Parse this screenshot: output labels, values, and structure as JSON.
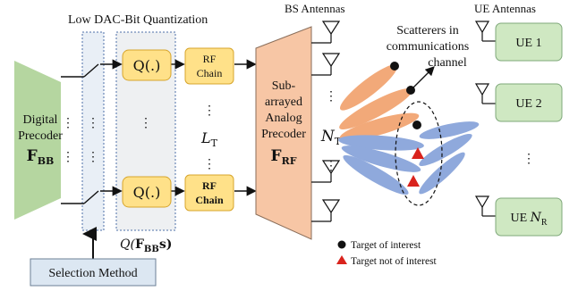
{
  "header": {
    "quantization_title": "Low DAC-Bit Quantization",
    "bs_antennas": "BS Antennas",
    "ue_antennas": "UE Antennas"
  },
  "digital_precoder": {
    "line1": "Digital",
    "line2": "Precoder",
    "symbol": "F",
    "subscript": "BB"
  },
  "quantizer": {
    "label": "Q(.)"
  },
  "rf_chain": {
    "line1": "RF",
    "line2": "Chain"
  },
  "rf_count": {
    "symbol": "L",
    "subscript": "T"
  },
  "analog_precoder": {
    "line1": "Sub-",
    "line2": "arrayed",
    "line3": "Analog",
    "line4": "Precoder",
    "symbol": "F",
    "subscript": "RF"
  },
  "antenna_count": {
    "symbol": "N",
    "subscript": "T"
  },
  "quantized_signal": {
    "prefix": "Q(",
    "symbol": "F",
    "subscript": "BB",
    "suffix": "s)"
  },
  "selection_method": {
    "label": "Selection Method"
  },
  "scatterers": {
    "line1": "Scatterers in",
    "line2": "communications",
    "line3": "channel"
  },
  "ue": [
    {
      "label": "UE 1"
    },
    {
      "label": "UE 2"
    },
    {
      "label": "UE ",
      "symbol": "N",
      "subscript": "R"
    }
  ],
  "legend": {
    "target_interest": "Target of interest",
    "target_not_interest": "Target not of interest"
  },
  "ellipsis": "⋮",
  "colors": {
    "digital_precoder": "#b5d6a0",
    "quantizer_fill": "#ffe189",
    "analog_precoder": "#f7c6a5",
    "ue_fill": "#cfe8c2",
    "beam_orange": "#f2a979",
    "beam_blue": "#8fa9dc",
    "selection_fill": "#dce7f2",
    "target_red": "#d9231d"
  }
}
